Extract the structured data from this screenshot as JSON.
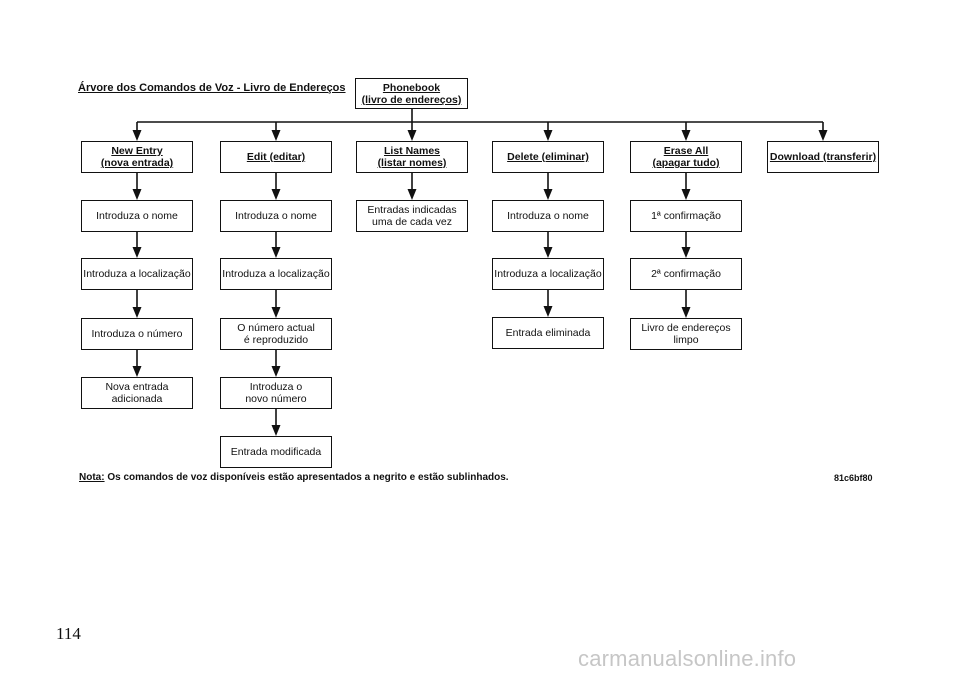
{
  "diagram": {
    "title": "Árvore dos Comandos de Voz - Livro de Endereços",
    "root": {
      "line1": "Phonebook",
      "line2": "(livro de endereços)"
    },
    "columns": [
      {
        "id": "new-entry",
        "command": [
          "New Entry",
          "(nova entrada)"
        ],
        "steps": [
          [
            "Introduza o nome"
          ],
          [
            "Introduza a localização"
          ],
          [
            "Introduza o número"
          ],
          [
            "Nova entrada",
            "adicionada"
          ]
        ]
      },
      {
        "id": "edit",
        "command": [
          "Edit (editar)"
        ],
        "steps": [
          [
            "Introduza o nome"
          ],
          [
            "Introduza a localização"
          ],
          [
            "O número actual",
            "é reproduzido"
          ],
          [
            "Introduza o",
            "novo número"
          ],
          [
            "Entrada modificada"
          ]
        ]
      },
      {
        "id": "list-names",
        "command": [
          "List Names",
          "(listar nomes)"
        ],
        "steps": [
          [
            "Entradas indicadas",
            "uma de cada vez"
          ]
        ]
      },
      {
        "id": "delete",
        "command": [
          "Delete (eliminar)"
        ],
        "steps": [
          [
            "Introduza o nome"
          ],
          [
            "Introduza a localização"
          ],
          [
            "Entrada eliminada"
          ]
        ]
      },
      {
        "id": "erase-all",
        "command": [
          "Erase All",
          "(apagar tudo)"
        ],
        "steps": [
          [
            "1ª confirmação"
          ],
          [
            "2ª confirmação"
          ],
          [
            "Livro de endereços",
            "limpo"
          ]
        ]
      },
      {
        "id": "download",
        "command": [
          "Download (transferir)"
        ],
        "steps": []
      }
    ]
  },
  "note": {
    "label": "Nota:",
    "text": "Os comandos de voz disponíveis estão apresentados a negrito e estão sublinhados."
  },
  "figure_code": "81c6bf80",
  "page_number": "114",
  "watermark": "carmanualsonline.info"
}
